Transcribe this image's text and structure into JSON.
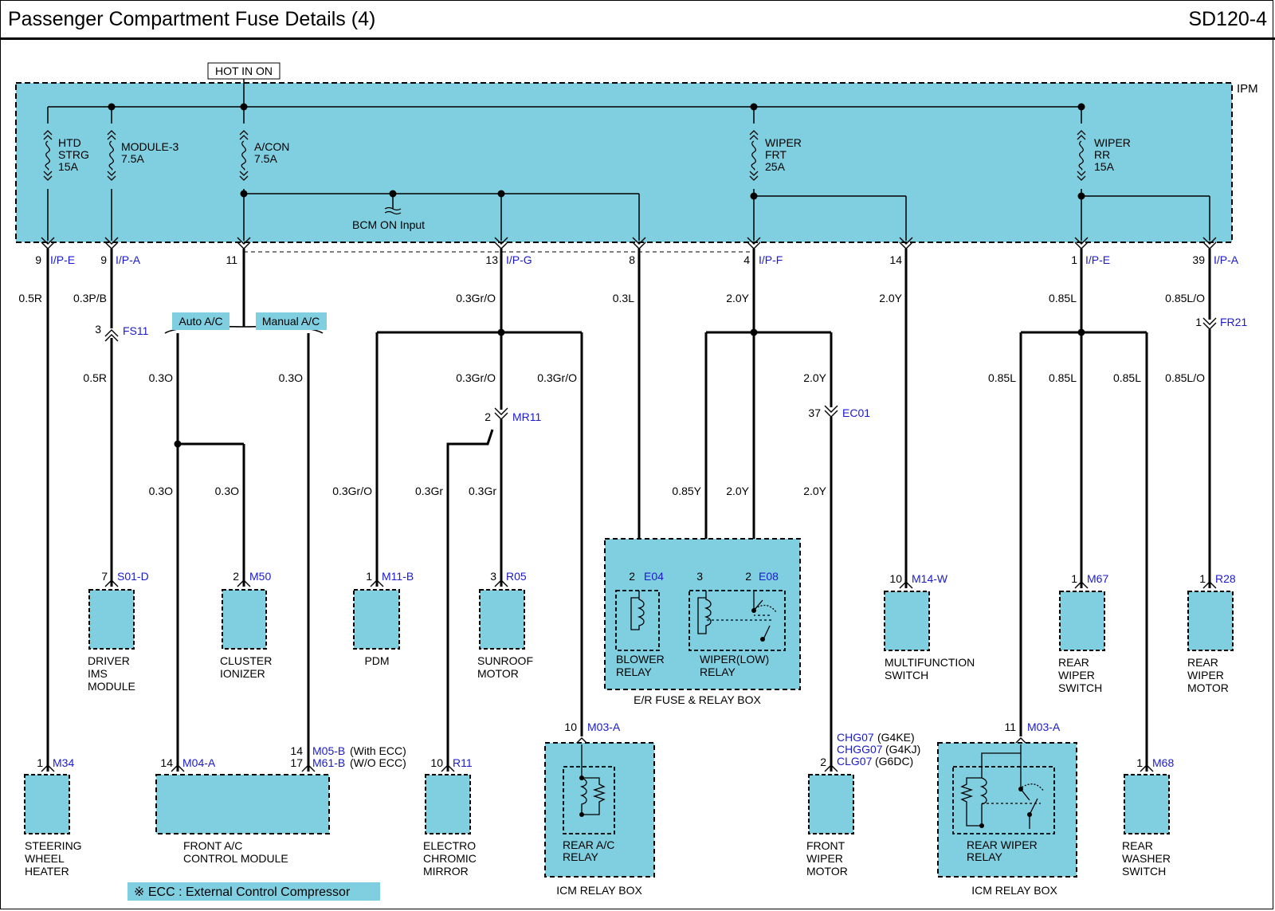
{
  "page": {
    "title": "Passenger Compartment Fuse Details (4)",
    "code": "SD120-4"
  },
  "ipm": {
    "label": "IPM",
    "hot_label": "HOT IN ON",
    "bcm_label": "BCM ON Input",
    "fuses": {
      "htd": [
        "HTD",
        "STRG",
        "15A"
      ],
      "module3": [
        "MODULE-3",
        "7.5A"
      ],
      "acon": [
        "A/CON",
        "7.5A"
      ],
      "wiperfrt": [
        "WIPER",
        "FRT",
        "25A"
      ],
      "wiperrr": [
        "WIPER",
        "RR",
        "15A"
      ]
    },
    "terminals": [
      {
        "pin": "9",
        "conn": "I/P-E"
      },
      {
        "pin": "9",
        "conn": "I/P-A"
      },
      {
        "pin": "11",
        "conn": ""
      },
      {
        "pin": "13",
        "conn": "I/P-G"
      },
      {
        "pin": "8",
        "conn": ""
      },
      {
        "pin": "4",
        "conn": "I/P-F"
      },
      {
        "pin": "14",
        "conn": ""
      },
      {
        "pin": "1",
        "conn": "I/P-E"
      },
      {
        "pin": "39",
        "conn": "I/P-A"
      }
    ]
  },
  "wires": {
    "w05R": "0.5R",
    "w03PB": "0.3P/B",
    "w03GrO": "0.3Gr/O",
    "w03L": "0.3L",
    "w20Y": "2.0Y",
    "w085L": "0.85L",
    "w085LO": "0.85L/O",
    "w03O": "0.3O",
    "w03Gr": "0.3Gr",
    "w085Y": "0.85Y"
  },
  "options": {
    "auto": "Auto A/C",
    "manual": "Manual A/C"
  },
  "connectors": {
    "fs11": {
      "pin": "3",
      "name": "FS11"
    },
    "mr11": {
      "pin": "2",
      "name": "MR11"
    },
    "ec01": {
      "pin": "37",
      "name": "EC01"
    },
    "fr21": {
      "pin": "1",
      "name": "FR21"
    }
  },
  "components": {
    "s01d": {
      "pin": "7",
      "conn": "S01-D",
      "label": [
        "DRIVER",
        "IMS",
        "MODULE"
      ]
    },
    "m50": {
      "pin": "2",
      "conn": "M50",
      "label": [
        "CLUSTER",
        "IONIZER"
      ]
    },
    "m11b": {
      "pin": "1",
      "conn": "M11-B",
      "label": [
        "PDM"
      ]
    },
    "r05": {
      "pin": "3",
      "conn": "R05",
      "label": [
        "SUNROOF",
        "MOTOR"
      ]
    },
    "e04": {
      "pin": "2",
      "conn": "E04",
      "label": [
        "BLOWER",
        "RELAY"
      ]
    },
    "e08": {
      "pin3": "3",
      "pin2": "2",
      "conn": "E08",
      "label": [
        "WIPER(LOW)",
        "RELAY"
      ]
    },
    "erbox": {
      "label": "E/R FUSE & RELAY BOX"
    },
    "m14w": {
      "pin": "10",
      "conn": "M14-W",
      "label": [
        "MULTIFUNCTION",
        "SWITCH"
      ]
    },
    "m67": {
      "pin": "1",
      "conn": "M67",
      "label": [
        "REAR",
        "WIPER",
        "SWITCH"
      ]
    },
    "r28": {
      "pin": "1",
      "conn": "R28",
      "label": [
        "REAR",
        "WIPER",
        "MOTOR"
      ]
    },
    "m34": {
      "pin": "1",
      "conn": "M34",
      "label": [
        "STEERING",
        "WHEEL",
        "HEATER"
      ]
    },
    "m04a": {
      "pin": "14",
      "conn": "M04-A",
      "label": [
        "FRONT A/C",
        "CONTROL MODULE"
      ],
      "alt": [
        {
          "pin": "14",
          "conn": "M05-B",
          "note": "(With ECC)"
        },
        {
          "pin": "17",
          "conn": "M61-B",
          "note": "(W/O ECC)"
        }
      ]
    },
    "r11": {
      "pin": "10",
      "conn": "R11",
      "label": [
        "ELECTRO",
        "CHROMIC",
        "MIRROR"
      ]
    },
    "icm1": {
      "pin": "10",
      "conn": "M03-A",
      "label": [
        "REAR A/C",
        "RELAY"
      ],
      "box": "ICM RELAY BOX"
    },
    "frontwiper": {
      "pin": "2",
      "conns": [
        {
          "conn": "CHG07",
          "note": "(G4KE)"
        },
        {
          "conn": "CHGG07",
          "note": "(G4KJ)"
        },
        {
          "conn": "CLG07",
          "note": "(G6DC)"
        }
      ],
      "label": [
        "FRONT",
        "WIPER",
        "MOTOR"
      ]
    },
    "icm2": {
      "pin": "11",
      "conn": "M03-A",
      "label": [
        "REAR WIPER",
        "RELAY"
      ],
      "box": "ICM RELAY BOX"
    },
    "m68": {
      "pin": "1",
      "conn": "M68",
      "label": [
        "REAR",
        "WASHER",
        "SWITCH"
      ]
    }
  },
  "note": "※ ECC : External Control Compressor",
  "colors": {
    "fill": "#80cfe0",
    "link": "#1a1acc",
    "line": "#000000"
  }
}
